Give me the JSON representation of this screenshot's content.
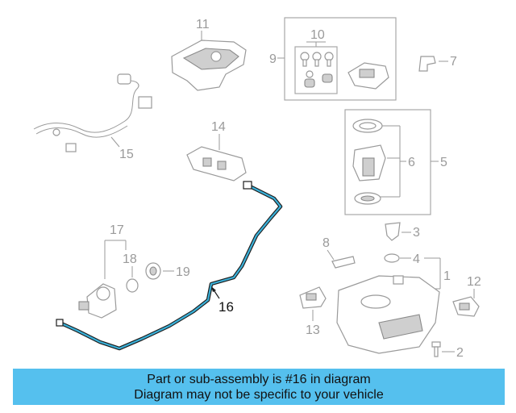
{
  "colors": {
    "highlight_line": "#3ab0d8",
    "banner_background": "#55c0ee",
    "part_outline": "#9a9a9a",
    "highlight_label": "#111111"
  },
  "callouts": {
    "c1": "1",
    "c2": "2",
    "c3": "3",
    "c4": "4",
    "c5": "5",
    "c6": "6",
    "c7": "7",
    "c8": "8",
    "c9": "9",
    "c10": "10",
    "c11": "11",
    "c12": "12",
    "c13": "13",
    "c14": "14",
    "c15": "15",
    "c16": "16",
    "c17": "17",
    "c18": "18",
    "c19": "19"
  },
  "highlighted_part": "16",
  "banner": {
    "line1": "Part or sub-assembly is #16 in diagram",
    "line2": "Diagram may not be specific to your vehicle"
  }
}
